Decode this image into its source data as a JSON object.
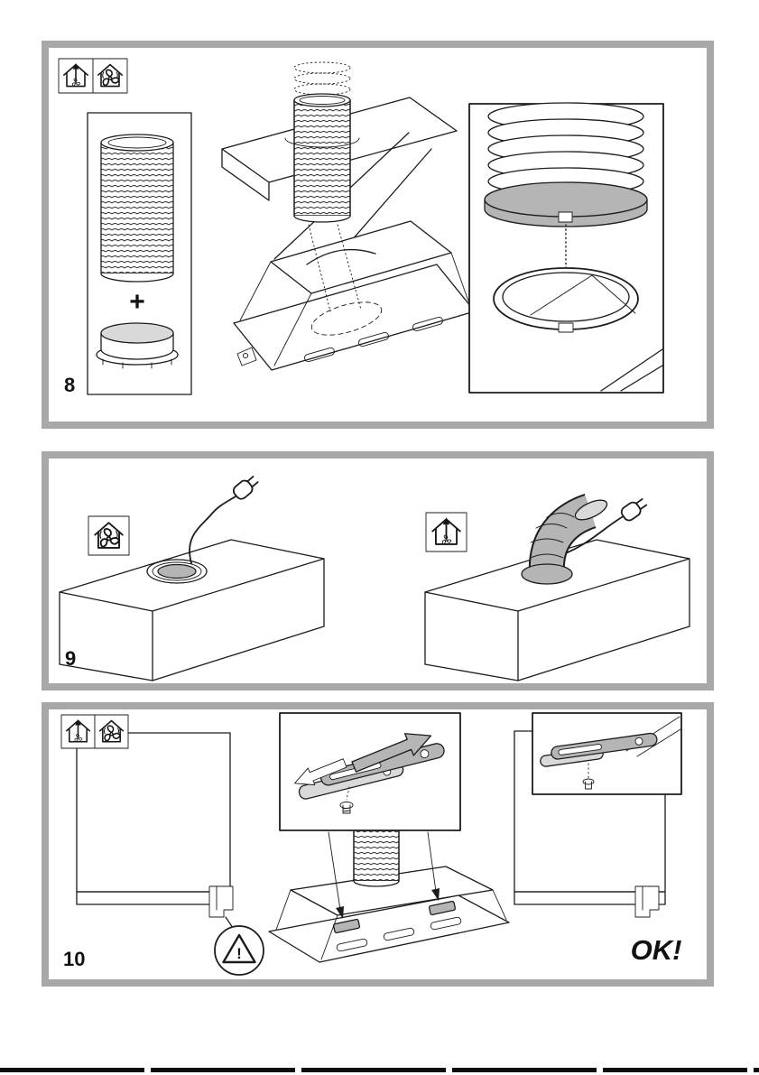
{
  "page": {
    "background": "#ffffff",
    "panel_border": "#a8a8a8",
    "ink": "#1c1c1c",
    "gray_fill": "#b5b5b5",
    "light_fill": "#d9d9d9"
  },
  "figures": {
    "fig8": {
      "step_label": "8",
      "plus_label": "+",
      "mode_icons": [
        "exhaust-mode-icon",
        "recirculation-mode-icon"
      ]
    },
    "fig9": {
      "step_label": "9",
      "left_mode_icon": "recirculation-mode-icon",
      "right_mode_icon": "exhaust-mode-icon"
    },
    "fig10": {
      "step_label": "10",
      "warning_mark": "!",
      "ok_label": "OK!",
      "mode_icons": [
        "exhaust-mode-icon",
        "recirculation-mode-icon"
      ]
    }
  }
}
